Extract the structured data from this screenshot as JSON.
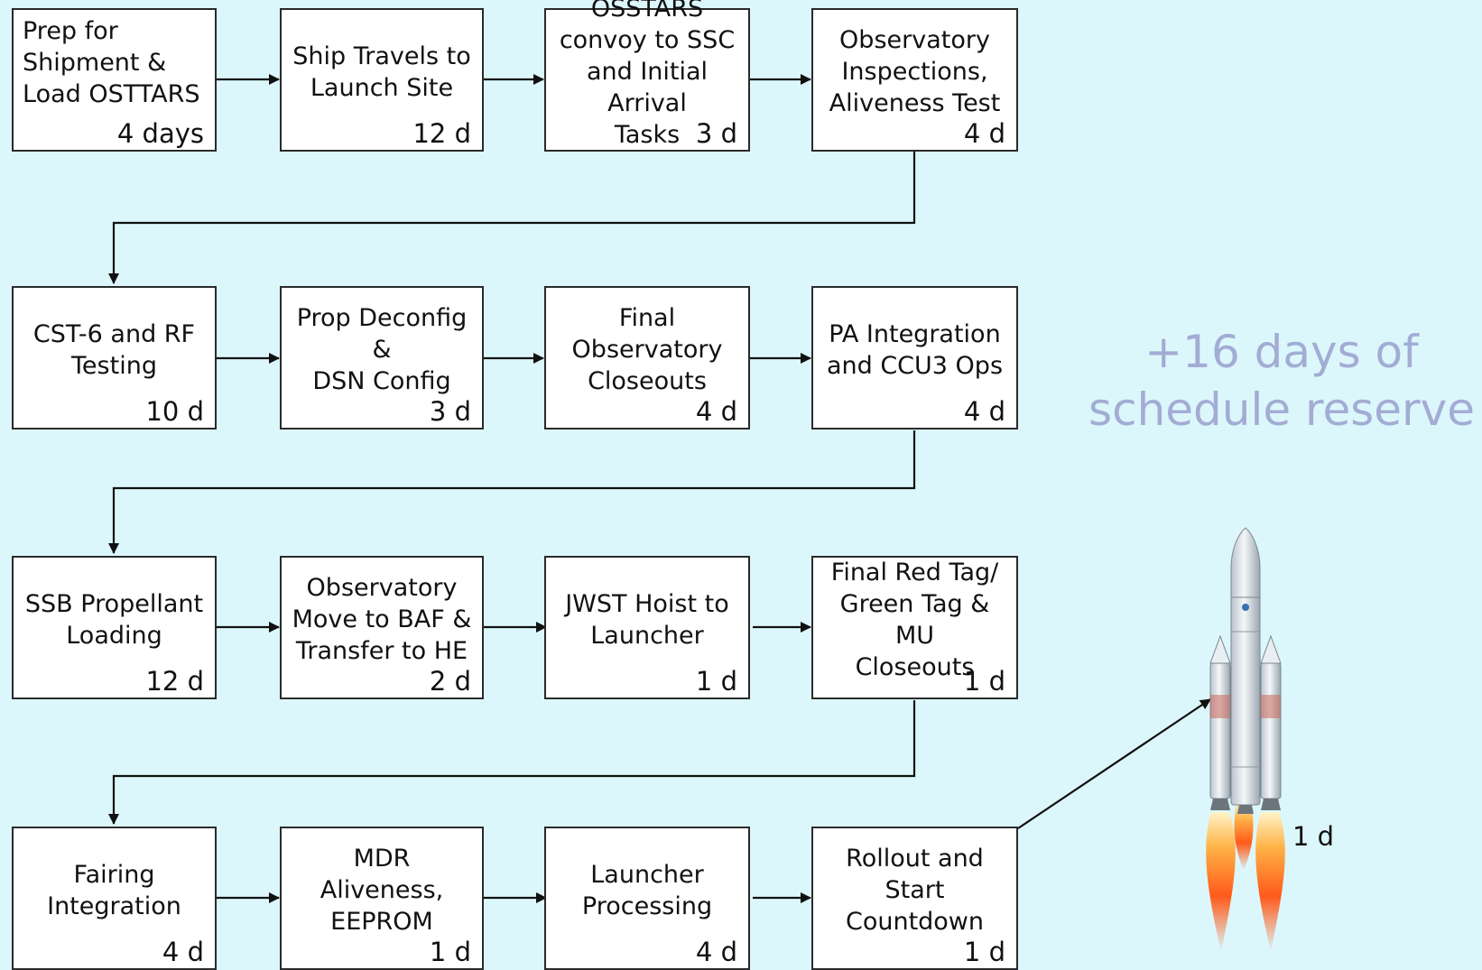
{
  "rows": [
    [
      {
        "label": "Prep for\nShipment &\nLoad OSTTARS",
        "duration": "4 days",
        "align": "left"
      },
      {
        "label": "Ship Travels to\nLaunch Site",
        "duration": "12 d"
      },
      {
        "label": "OSSTARS\nconvoy to SSC\nand Initial Arrival\nTasks",
        "duration": "3 d"
      },
      {
        "label": "Observatory\nInspections,\nAliveness Test",
        "duration": "4 d"
      }
    ],
    [
      {
        "label": "CST-6 and RF\nTesting",
        "duration": "10 d"
      },
      {
        "label": "Prop Deconfig &\nDSN Config",
        "duration": "3 d"
      },
      {
        "label": "Final\nObservatory\nCloseouts",
        "duration": "4 d"
      },
      {
        "label": "PA Integration\nand CCU3 Ops",
        "duration": "4 d"
      }
    ],
    [
      {
        "label": "SSB Propellant\nLoading",
        "duration": "12 d"
      },
      {
        "label": "Observatory\nMove to BAF &\nTransfer to HE",
        "duration": "2 d"
      },
      {
        "label": "JWST Hoist to\nLauncher",
        "duration": "1 d"
      },
      {
        "label": "Final Red Tag/\nGreen Tag & MU\nCloseouts",
        "duration": "1 d"
      }
    ],
    [
      {
        "label": "Fairing\nIntegration",
        "duration": "4 d"
      },
      {
        "label": "MDR Aliveness,\nEEPROM",
        "duration": "1 d"
      },
      {
        "label": "Launcher\nProcessing",
        "duration": "4 d"
      },
      {
        "label": "Rollout and\nStart\nCountdown",
        "duration": "1 d"
      }
    ]
  ],
  "reserve_text": "+16 days of\nschedule reserve",
  "launch_duration": "1 d",
  "colors": {
    "background": "#dcf7fb",
    "reserve_text": "#a3acd4",
    "flame": "#ff7a1a"
  },
  "icons": {
    "rocket": "rocket-icon"
  }
}
